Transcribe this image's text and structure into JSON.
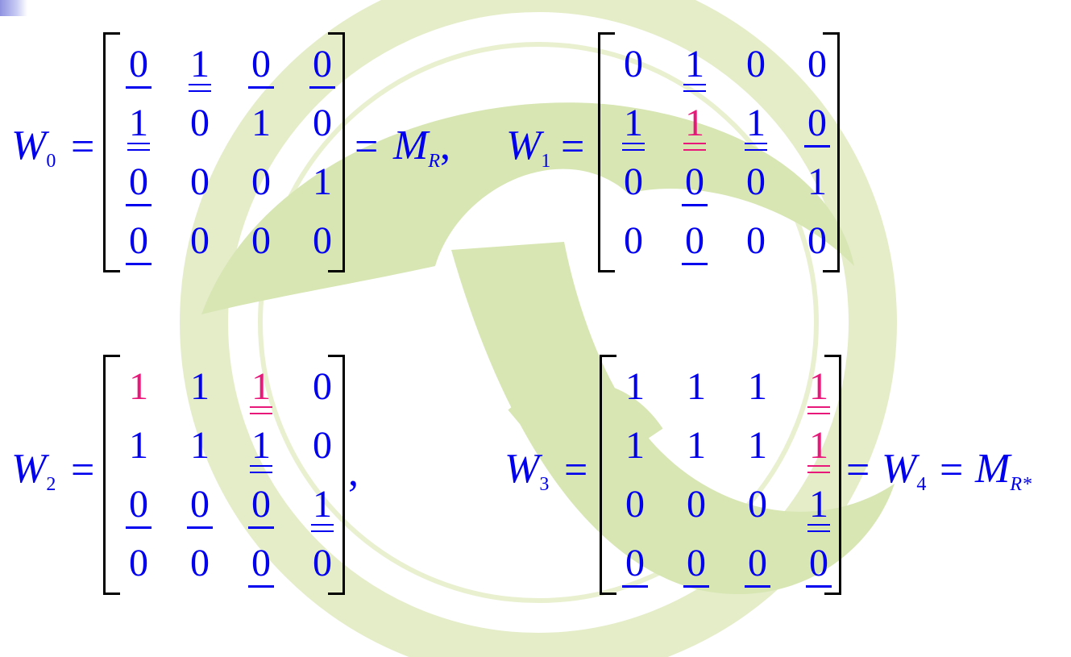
{
  "colors": {
    "text": "#0000ee",
    "highlight": "#e8187a",
    "bracket": "#000000",
    "seal": "#e4edc8"
  },
  "equations": {
    "w0": {
      "lhs": "W",
      "lhs_sub": "0",
      "eq": "=",
      "rhs": "M",
      "rhs_sub": "R",
      "trail": ",",
      "rows": [
        [
          {
            "v": "0",
            "mark": "underline"
          },
          {
            "v": "1",
            "mark": "double"
          },
          {
            "v": "0",
            "mark": "underline"
          },
          {
            "v": "0",
            "mark": "underline"
          }
        ],
        [
          {
            "v": "1",
            "mark": "double"
          },
          {
            "v": "0"
          },
          {
            "v": "1"
          },
          {
            "v": "0"
          }
        ],
        [
          {
            "v": "0",
            "mark": "underline"
          },
          {
            "v": "0"
          },
          {
            "v": "0"
          },
          {
            "v": "1"
          }
        ],
        [
          {
            "v": "0",
            "mark": "underline"
          },
          {
            "v": "0"
          },
          {
            "v": "0"
          },
          {
            "v": "0"
          }
        ]
      ]
    },
    "w1": {
      "lhs": "W",
      "lhs_sub": "1",
      "eq": "=",
      "rows": [
        [
          {
            "v": "0"
          },
          {
            "v": "1",
            "mark": "double"
          },
          {
            "v": "0"
          },
          {
            "v": "0"
          }
        ],
        [
          {
            "v": "1",
            "mark": "double"
          },
          {
            "v": "1",
            "mark": "double",
            "red": true
          },
          {
            "v": "1",
            "mark": "double"
          },
          {
            "v": "0",
            "mark": "underline"
          }
        ],
        [
          {
            "v": "0"
          },
          {
            "v": "0",
            "mark": "underline"
          },
          {
            "v": "0"
          },
          {
            "v": "1"
          }
        ],
        [
          {
            "v": "0"
          },
          {
            "v": "0",
            "mark": "underline"
          },
          {
            "v": "0"
          },
          {
            "v": "0"
          }
        ]
      ]
    },
    "w2": {
      "lhs": "W",
      "lhs_sub": "2",
      "eq": "=",
      "trail": ",",
      "rows": [
        [
          {
            "v": "1",
            "red": true
          },
          {
            "v": "1"
          },
          {
            "v": "1",
            "mark": "double",
            "red": true
          },
          {
            "v": "0"
          }
        ],
        [
          {
            "v": "1"
          },
          {
            "v": "1"
          },
          {
            "v": "1",
            "mark": "double"
          },
          {
            "v": "0"
          }
        ],
        [
          {
            "v": "0",
            "mark": "underline"
          },
          {
            "v": "0",
            "mark": "underline"
          },
          {
            "v": "0",
            "mark": "underline"
          },
          {
            "v": "1",
            "mark": "double"
          }
        ],
        [
          {
            "v": "0"
          },
          {
            "v": "0"
          },
          {
            "v": "0",
            "mark": "underline"
          },
          {
            "v": "0"
          }
        ]
      ]
    },
    "w3": {
      "lhs": "W",
      "lhs_sub": "3",
      "eq": "=",
      "eq2": "=",
      "mid": "W",
      "mid_sub": "4",
      "eq3": "=",
      "rhs": "M",
      "rhs_sub": "R*",
      "rows": [
        [
          {
            "v": "1"
          },
          {
            "v": "1"
          },
          {
            "v": "1"
          },
          {
            "v": "1",
            "mark": "double",
            "red": true
          }
        ],
        [
          {
            "v": "1"
          },
          {
            "v": "1"
          },
          {
            "v": "1"
          },
          {
            "v": "1",
            "mark": "double",
            "red": true
          }
        ],
        [
          {
            "v": "0"
          },
          {
            "v": "0"
          },
          {
            "v": "0"
          },
          {
            "v": "1",
            "mark": "double"
          }
        ],
        [
          {
            "v": "0",
            "mark": "underline"
          },
          {
            "v": "0",
            "mark": "underline"
          },
          {
            "v": "0",
            "mark": "underline"
          },
          {
            "v": "0",
            "mark": "underline"
          }
        ]
      ]
    }
  }
}
